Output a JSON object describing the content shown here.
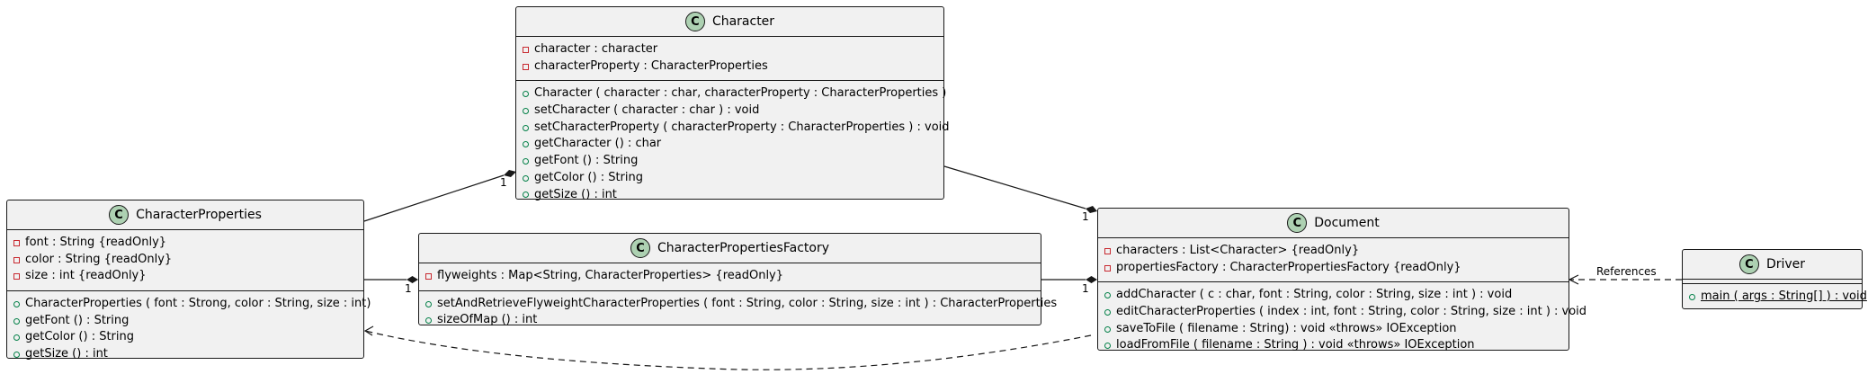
{
  "diagram": {
    "classes": {
      "character": {
        "name": "Character",
        "badge": "C",
        "fields": [
          {
            "vis": "private",
            "text": "character : character"
          },
          {
            "vis": "private",
            "text": "characterProperty : CharacterProperties"
          }
        ],
        "methods": [
          {
            "vis": "public",
            "text": "Character ( character : char, characterProperty : CharacterProperties )"
          },
          {
            "vis": "public",
            "text": "setCharacter ( character : char ) : void"
          },
          {
            "vis": "public",
            "text": "setCharacterProperty ( characterProperty : CharacterProperties ) : void"
          },
          {
            "vis": "public",
            "text": "getCharacter () : char"
          },
          {
            "vis": "public",
            "text": "getFont () : String"
          },
          {
            "vis": "public",
            "text": "getColor () : String"
          },
          {
            "vis": "public",
            "text": "getSize () : int"
          }
        ]
      },
      "character_properties": {
        "name": "CharacterProperties",
        "badge": "C",
        "fields": [
          {
            "vis": "private",
            "text": "font : String {readOnly}"
          },
          {
            "vis": "private",
            "text": "color : String {readOnly}"
          },
          {
            "vis": "private",
            "text": "size : int {readOnly}"
          }
        ],
        "methods": [
          {
            "vis": "public",
            "text": "CharacterProperties ( font : Strong, color : String, size : int)"
          },
          {
            "vis": "public",
            "text": "getFont () : String"
          },
          {
            "vis": "public",
            "text": "getColor () : String"
          },
          {
            "vis": "public",
            "text": "getSize () : int"
          }
        ]
      },
      "factory": {
        "name": "CharacterPropertiesFactory",
        "badge": "C",
        "fields": [
          {
            "vis": "private",
            "text": "flyweights : Map<String, CharacterProperties> {readOnly}"
          }
        ],
        "methods": [
          {
            "vis": "public",
            "text": "setAndRetrieveFlyweightCharacterProperties ( font : String, color : String, size : int ) : CharacterProperties"
          },
          {
            "vis": "public",
            "text": "sizeOfMap () : int"
          }
        ]
      },
      "document": {
        "name": "Document",
        "badge": "C",
        "fields": [
          {
            "vis": "private",
            "text": "characters : List<Character> {readOnly}"
          },
          {
            "vis": "private",
            "text": "propertiesFactory : CharacterPropertiesFactory {readOnly}"
          }
        ],
        "methods": [
          {
            "vis": "public",
            "text": "addCharacter ( c : char, font : String, color : String, size : int ) : void"
          },
          {
            "vis": "public",
            "text": "editCharacterProperties ( index : int, font : String, color : String, size : int ) : void"
          },
          {
            "vis": "public",
            "text": "saveToFile ( filename : String) : void «throws» IOException"
          },
          {
            "vis": "public",
            "text": "loadFromFile ( filename : String ) : void «throws» IOException"
          }
        ]
      },
      "driver": {
        "name": "Driver",
        "badge": "C",
        "fields": [],
        "methods": [
          {
            "vis": "public",
            "text": "main ( args : String[] ) : void",
            "static": true
          }
        ]
      }
    },
    "edges": {
      "mult_charprops_character": "1",
      "mult_character_document": "1",
      "mult_charprops_factory": "1",
      "mult_factory_document": "1",
      "references_label": "References"
    },
    "colors": {
      "class_fill": "#f1f1f1",
      "border": "#181818",
      "badge_fill": "#add1b2",
      "private_marker": "#c82930",
      "public_marker": "#038048"
    }
  }
}
